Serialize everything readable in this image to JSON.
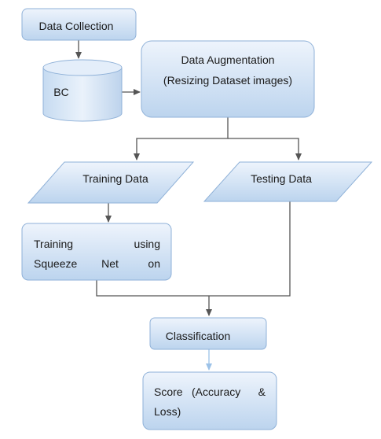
{
  "nodes": {
    "data_collection": {
      "label": "Data Collection"
    },
    "bc": {
      "label": "BC"
    },
    "augmentation": {
      "line1": "Data Augmentation",
      "line2": "(Resizing Dataset images)"
    },
    "training_data": {
      "label": "Training Data"
    },
    "testing_data": {
      "label": "Testing Data"
    },
    "training": {
      "line1_left": "Training",
      "line1_right": "using",
      "line2_left": "Squeeze",
      "line2_mid": "Net",
      "line2_right": "on"
    },
    "classification": {
      "label": "Classification"
    },
    "score": {
      "line1_left": "Score",
      "line1_mid": "(Accuracy",
      "line1_right": "&",
      "line2": "Loss)"
    }
  },
  "colors": {
    "box_fill_top": "#e9f1fb",
    "box_fill_bottom": "#bcd4ee",
    "box_stroke": "#8fb1d8",
    "connector": "#555555",
    "connector_light": "#9cc2e8"
  }
}
